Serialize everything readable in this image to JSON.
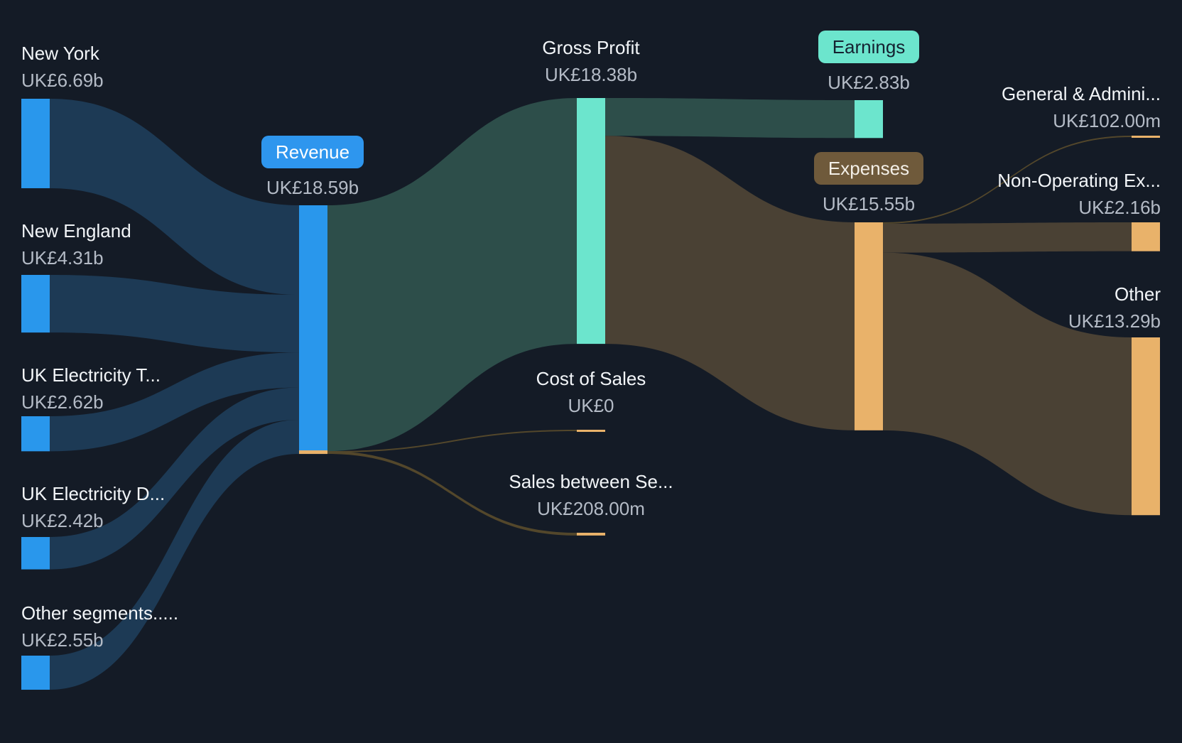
{
  "palette": {
    "background": "#141b26",
    "node_blue": "#2997ec",
    "node_mint": "#6ce5cd",
    "node_orange": "#e9b26a",
    "flow_blue": "#24537b",
    "flow_teal": "#2d4e4a",
    "flow_brown": "#4a4134",
    "flow_gold": "#53472b",
    "badge_revenue_bg": "#2e96ee",
    "badge_revenue_text": "#ffffff",
    "badge_earnings_bg": "#6ce5cd",
    "badge_earnings_text": "#152231",
    "badge_expenses_bg": "#6f5a3b",
    "badge_expenses_text": "#f3efe7",
    "label_text": "#f2f5f8",
    "value_text": "#b4bbc6"
  },
  "chart_data": {
    "type": "sankey",
    "title": "",
    "currency_prefix": "UK£",
    "layout_hint": {
      "flow": "left-to-right",
      "columns": 5,
      "background": "dark"
    },
    "nodes": [
      {
        "id": "new-york",
        "label": "New York",
        "value_label": "UK£6.69b",
        "value_b": 6.69,
        "color": "blue"
      },
      {
        "id": "new-england",
        "label": "New England",
        "value_label": "UK£4.31b",
        "value_b": 4.31,
        "color": "blue"
      },
      {
        "id": "uk-electricity-t",
        "label": "UK Electricity T...",
        "value_label": "UK£2.62b",
        "value_b": 2.62,
        "color": "blue"
      },
      {
        "id": "uk-electricity-d",
        "label": "UK Electricity D...",
        "value_label": "UK£2.42b",
        "value_b": 2.42,
        "color": "blue"
      },
      {
        "id": "other-segments",
        "label": "Other segments.....",
        "value_label": "UK£2.55b",
        "value_b": 2.55,
        "color": "blue"
      },
      {
        "id": "revenue",
        "label": "Revenue",
        "value_label": "UK£18.59b",
        "value_b": 18.59,
        "color": "blue",
        "badge": true
      },
      {
        "id": "gross-profit",
        "label": "Gross Profit",
        "value_label": "UK£18.38b",
        "value_b": 18.38,
        "color": "mint"
      },
      {
        "id": "cost-of-sales",
        "label": "Cost of Sales",
        "value_label": "UK£0",
        "value_b": 0,
        "color": "orange"
      },
      {
        "id": "sales-between-segments",
        "label": "Sales between Se...",
        "value_label": "UK£208.00m",
        "value_b": 0.208,
        "color": "orange"
      },
      {
        "id": "earnings",
        "label": "Earnings",
        "value_label": "UK£2.83b",
        "value_b": 2.83,
        "color": "mint",
        "badge": true
      },
      {
        "id": "expenses",
        "label": "Expenses",
        "value_label": "UK£15.55b",
        "value_b": 15.55,
        "color": "orange",
        "badge": true
      },
      {
        "id": "general-admin",
        "label": "General & Admini...",
        "value_label": "UK£102.00m",
        "value_b": 0.102,
        "color": "orange"
      },
      {
        "id": "non-operating-expenses",
        "label": "Non-Operating Ex...",
        "value_label": "UK£2.16b",
        "value_b": 2.16,
        "color": "orange"
      },
      {
        "id": "other",
        "label": "Other",
        "value_label": "UK£13.29b",
        "value_b": 13.29,
        "color": "orange"
      }
    ],
    "links": [
      {
        "source": "new-york",
        "target": "revenue",
        "value_b": 6.69,
        "color": "flow_blue"
      },
      {
        "source": "new-england",
        "target": "revenue",
        "value_b": 4.31,
        "color": "flow_blue"
      },
      {
        "source": "uk-electricity-t",
        "target": "revenue",
        "value_b": 2.62,
        "color": "flow_blue"
      },
      {
        "source": "uk-electricity-d",
        "target": "revenue",
        "value_b": 2.42,
        "color": "flow_blue"
      },
      {
        "source": "other-segments",
        "target": "revenue",
        "value_b": 2.55,
        "color": "flow_blue"
      },
      {
        "source": "revenue",
        "target": "gross-profit",
        "value_b": 18.38,
        "color": "flow_teal"
      },
      {
        "source": "revenue",
        "target": "cost-of-sales",
        "value_b": 0,
        "color": "flow_gold"
      },
      {
        "source": "revenue",
        "target": "sales-between-segments",
        "value_b": 0.208,
        "color": "flow_gold"
      },
      {
        "source": "gross-profit",
        "target": "earnings",
        "value_b": 2.83,
        "color": "flow_teal"
      },
      {
        "source": "gross-profit",
        "target": "expenses",
        "value_b": 15.55,
        "color": "flow_brown"
      },
      {
        "source": "expenses",
        "target": "general-admin",
        "value_b": 0.102,
        "color": "flow_gold"
      },
      {
        "source": "expenses",
        "target": "non-operating-expenses",
        "value_b": 2.16,
        "color": "flow_brown"
      },
      {
        "source": "expenses",
        "target": "other",
        "value_b": 13.29,
        "color": "flow_brown"
      }
    ]
  }
}
